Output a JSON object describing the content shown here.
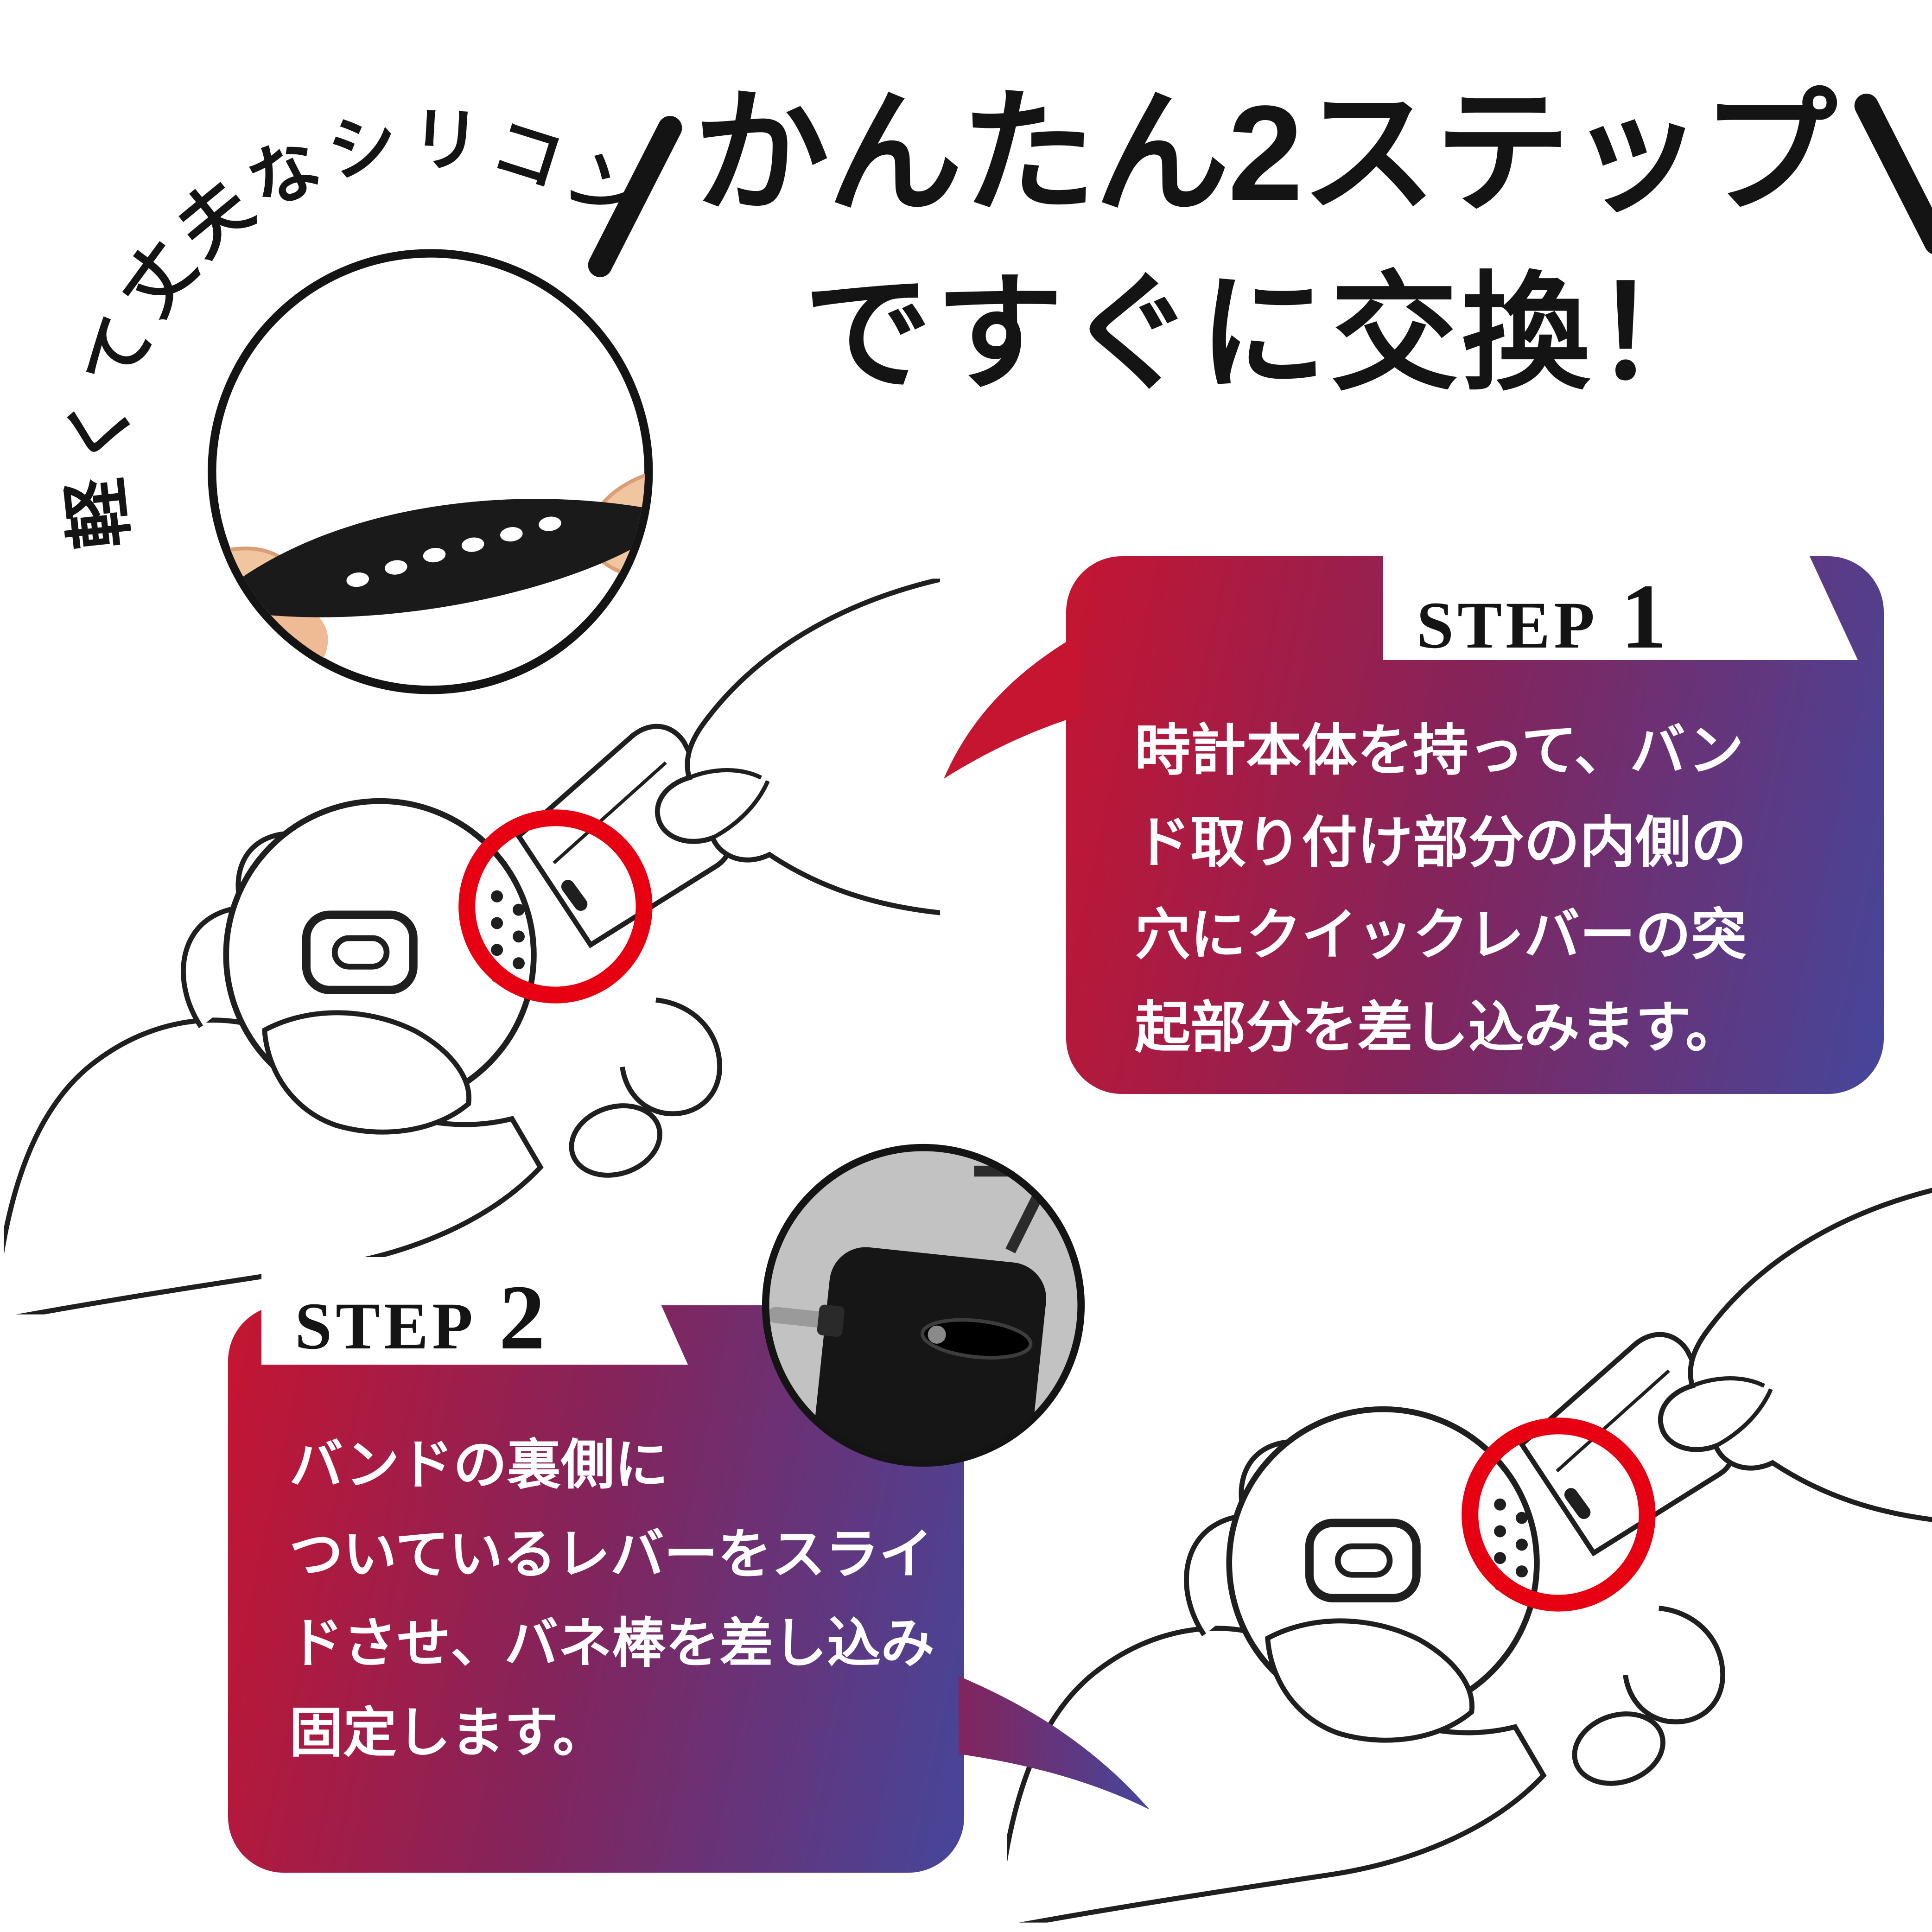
{
  "badge": {
    "text": "軽くて丈夫なシリコン"
  },
  "headline": {
    "line1": "かんたん2ステップ",
    "line2": "ですぐに交換！"
  },
  "steps": [
    {
      "label_word": "STEP",
      "label_number": "1",
      "lines": [
        "時計本体を持って、バン",
        "ド取り付け部分の内側の",
        "穴にクイックレバーの突",
        "起部分を差し込みます。"
      ]
    },
    {
      "label_word": "STEP",
      "label_number": "2",
      "lines": [
        "バンドの裏側に",
        "ついているレバーをスライ",
        "ドさせ、バネ棒を差し込み",
        "固定します。"
      ]
    }
  ],
  "colors": {
    "gradient_start": "#c51531",
    "gradient_mid": "#83245c",
    "gradient_end": "#45469b",
    "highlight_red": "#e60012",
    "ink": "#141414"
  }
}
